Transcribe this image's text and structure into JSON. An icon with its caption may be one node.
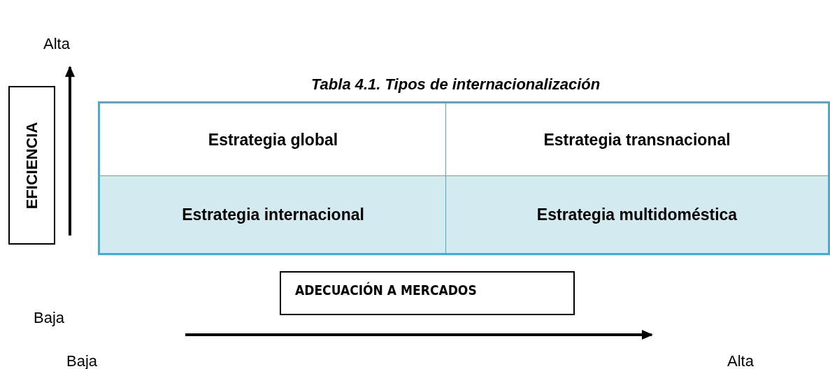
{
  "diagram": {
    "title": "Tabla 4.1. Tipos de internacionalización",
    "nodes": [
      {
        "text": [
          "EFICIENCIA"
        ]
      },
      {
        "text": [
          "Estrategia global"
        ]
      },
      {
        "text": [
          "Estrategia transnacional"
        ]
      },
      {
        "text": [
          "Estrategia internacional"
        ]
      },
      {
        "text": [
          "Estrategia multidoméstica"
        ]
      },
      {
        "text": [
          "ADECUACIÓN A MERCADOS"
        ]
      }
    ],
    "labels": [
      "Alta",
      "Baja",
      "Baja",
      "Alta"
    ]
  }
}
